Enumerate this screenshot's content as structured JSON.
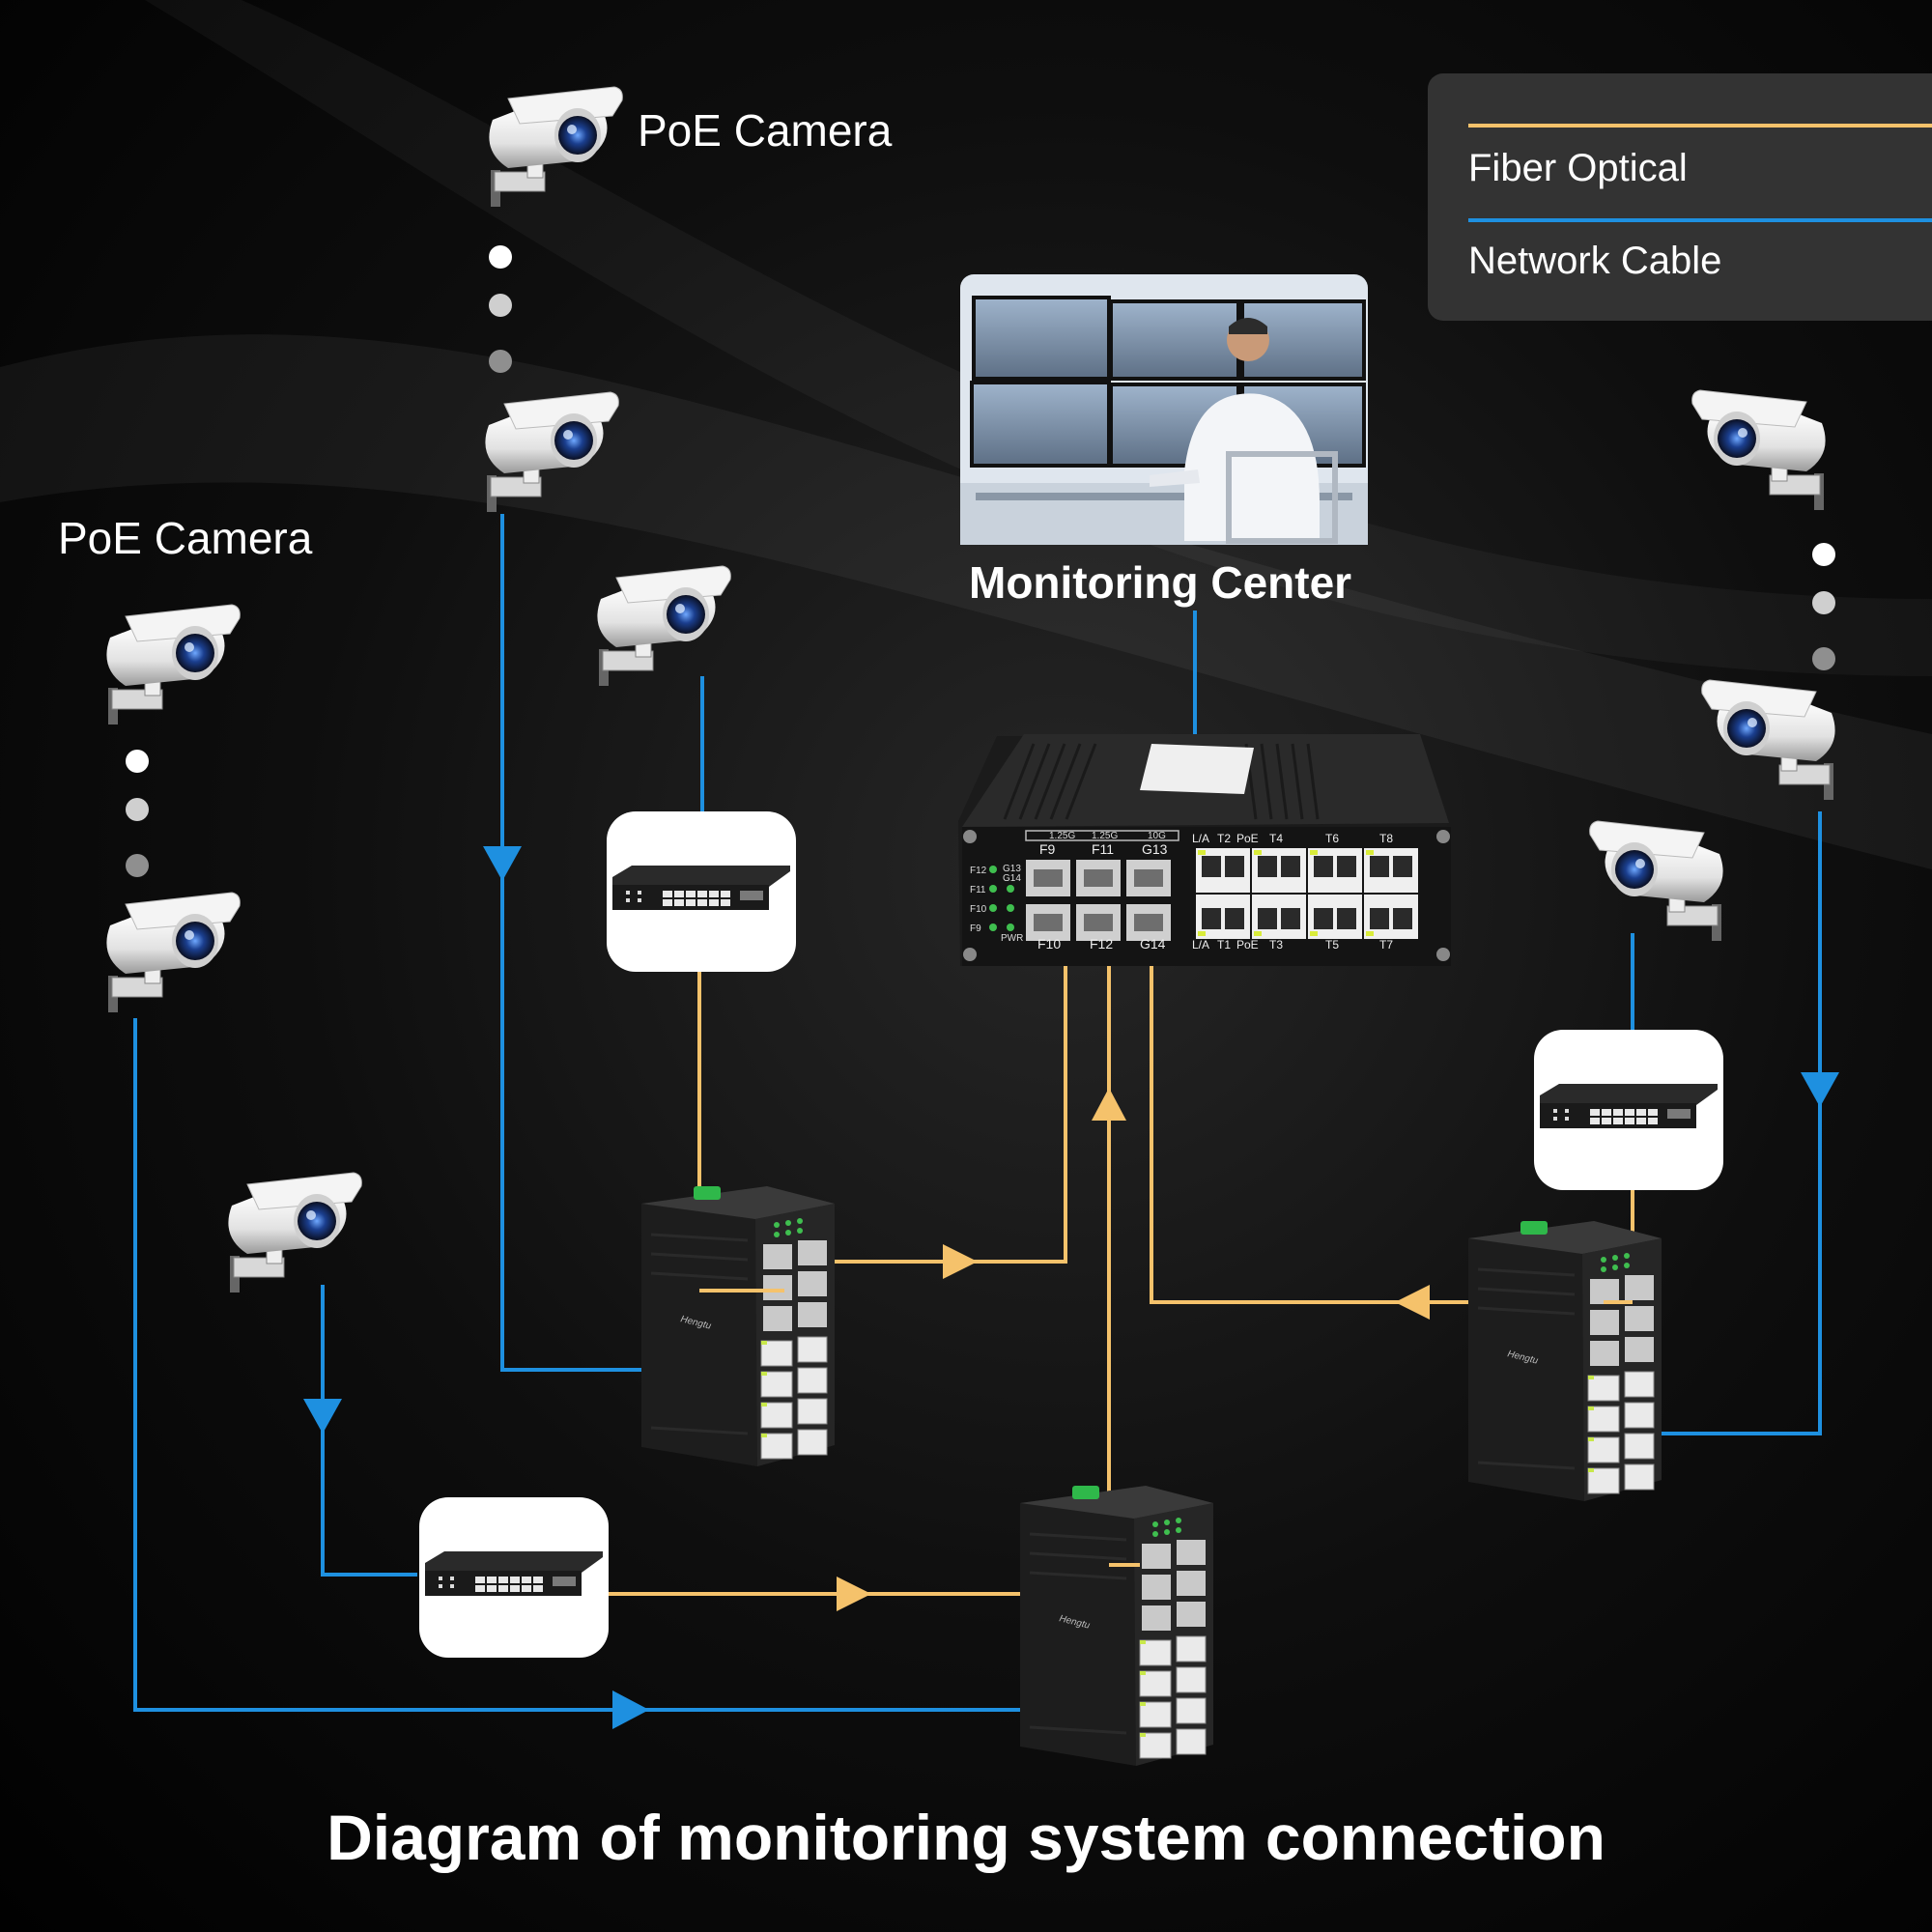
{
  "title": "Diagram of monitoring system connection",
  "labels": {
    "camera_top": "PoE Camera",
    "camera_left": "PoE Camera",
    "monitoring_center": "Monitoring Center"
  },
  "legend": {
    "fiber": "Fiber Optical",
    "network": "Network Cable",
    "fiber_color": "#F5C26B",
    "network_color": "#1E90E0"
  },
  "main_switch": {
    "speeds": [
      "1.25G",
      "1.25G",
      "10G"
    ],
    "sfp_top": [
      "F9",
      "F11",
      "G13"
    ],
    "sfp_bottom": [
      "F10",
      "F12",
      "G14"
    ],
    "led_labels": [
      "F12",
      "G13",
      "G14",
      "F11",
      "F10",
      "F9",
      "PWR"
    ],
    "rj_top": [
      "L/A",
      "T2",
      "PoE",
      "T4",
      "T6",
      "T8"
    ],
    "rj_bottom": [
      "L/A",
      "T1",
      "PoE",
      "T3",
      "T5",
      "T7"
    ]
  }
}
